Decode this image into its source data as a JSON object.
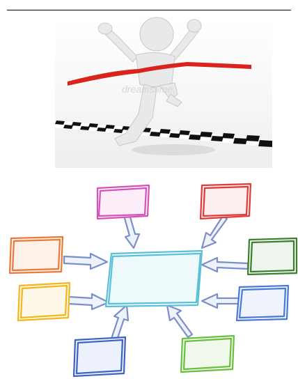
{
  "photo": {
    "watermark": "dreamstime.",
    "tape_color": "#d9231d",
    "figure_color": "#e9e9e9"
  },
  "diagram": {
    "center_color": "#5bbfd8",
    "boxes": [
      {
        "id": "top-left",
        "color": "#d453b8"
      },
      {
        "id": "top-right",
        "color": "#e03a3a"
      },
      {
        "id": "mid-left",
        "color": "#ea7a3a"
      },
      {
        "id": "mid-right",
        "color": "#3f7d2f"
      },
      {
        "id": "low-left",
        "color": "#f2b61e"
      },
      {
        "id": "low-right",
        "color": "#4a78d6"
      },
      {
        "id": "bottom-left",
        "color": "#3d63c4"
      },
      {
        "id": "bottom-right",
        "color": "#6bbf3e"
      }
    ],
    "arrow_color": "#7a8fc8"
  }
}
